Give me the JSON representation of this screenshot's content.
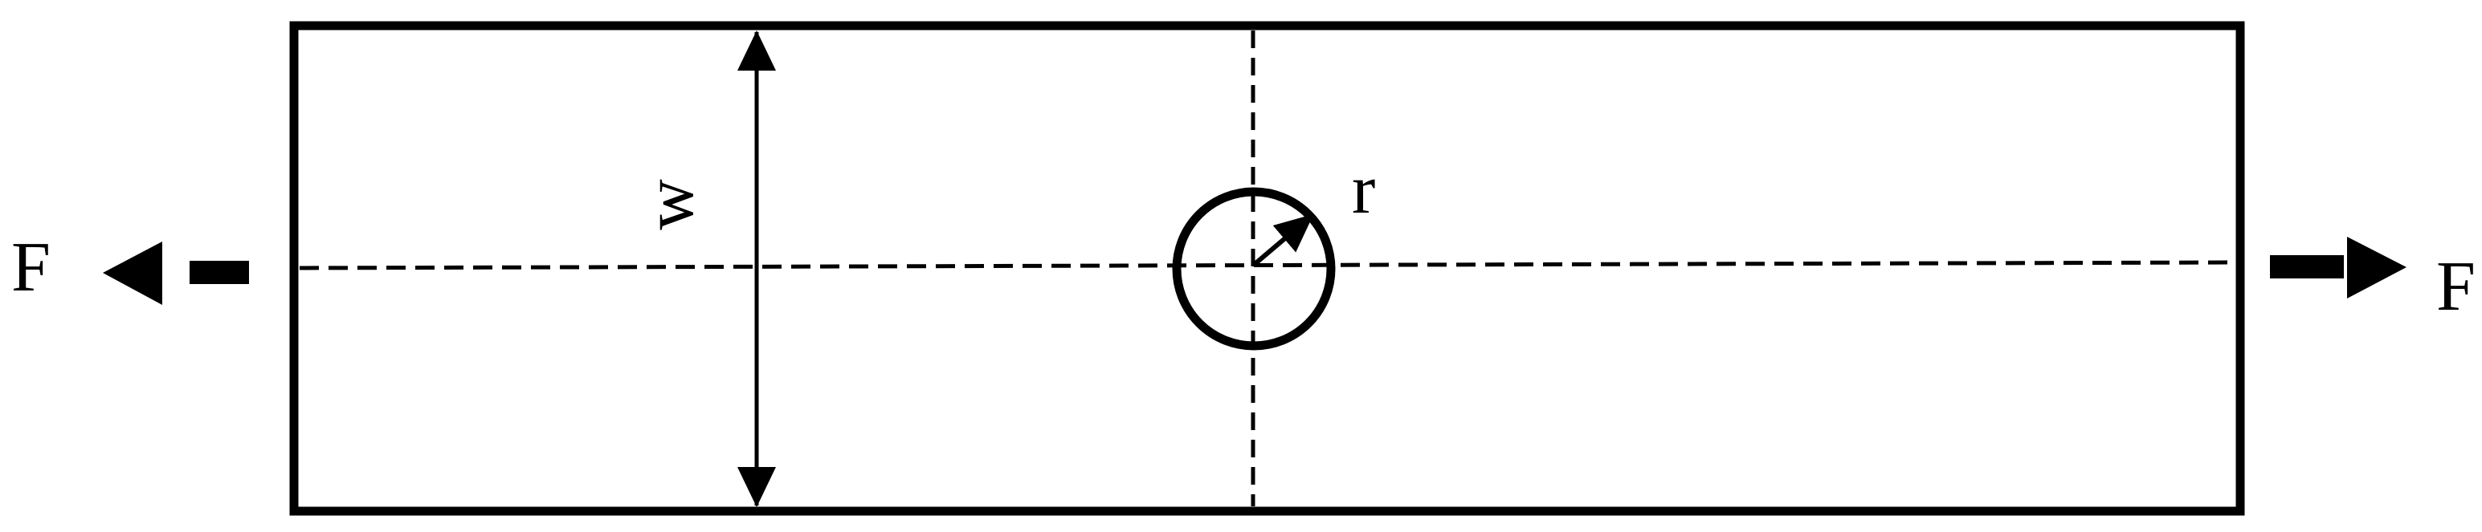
{
  "labels": {
    "force_left": "F",
    "force_right": "F",
    "width": "w",
    "radius": "r"
  },
  "colors": {
    "stroke": "#000000",
    "background": "#ffffff"
  }
}
